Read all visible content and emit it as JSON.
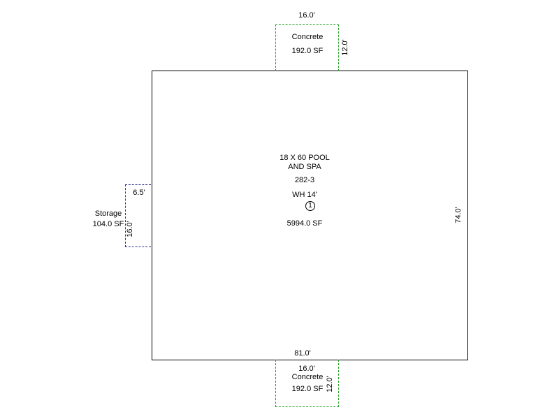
{
  "main_area": {
    "title_line1": "18 X 60 POOL",
    "title_line2": "AND SPA",
    "code": "282-3",
    "wh": "WH 14'",
    "marker": "1",
    "area": "5994.0 SF",
    "width_label": "81.0'",
    "height_label": "74.0'"
  },
  "concrete_top": {
    "label": "Concrete",
    "area": "192.0 SF",
    "width_label": "16.0'",
    "height_label": "12.0'"
  },
  "concrete_bottom": {
    "label": "Concrete",
    "area": "192.0 SF",
    "width_label": "16.0'",
    "height_label": "12.0'"
  },
  "storage": {
    "label": "Storage",
    "area": "104.0 SF",
    "width_label": "6.5'",
    "height_label": "16.0'"
  },
  "colors": {
    "outline": "#000000",
    "concrete_outline": "#22a022",
    "storage_outline": "#2a2a8c"
  }
}
